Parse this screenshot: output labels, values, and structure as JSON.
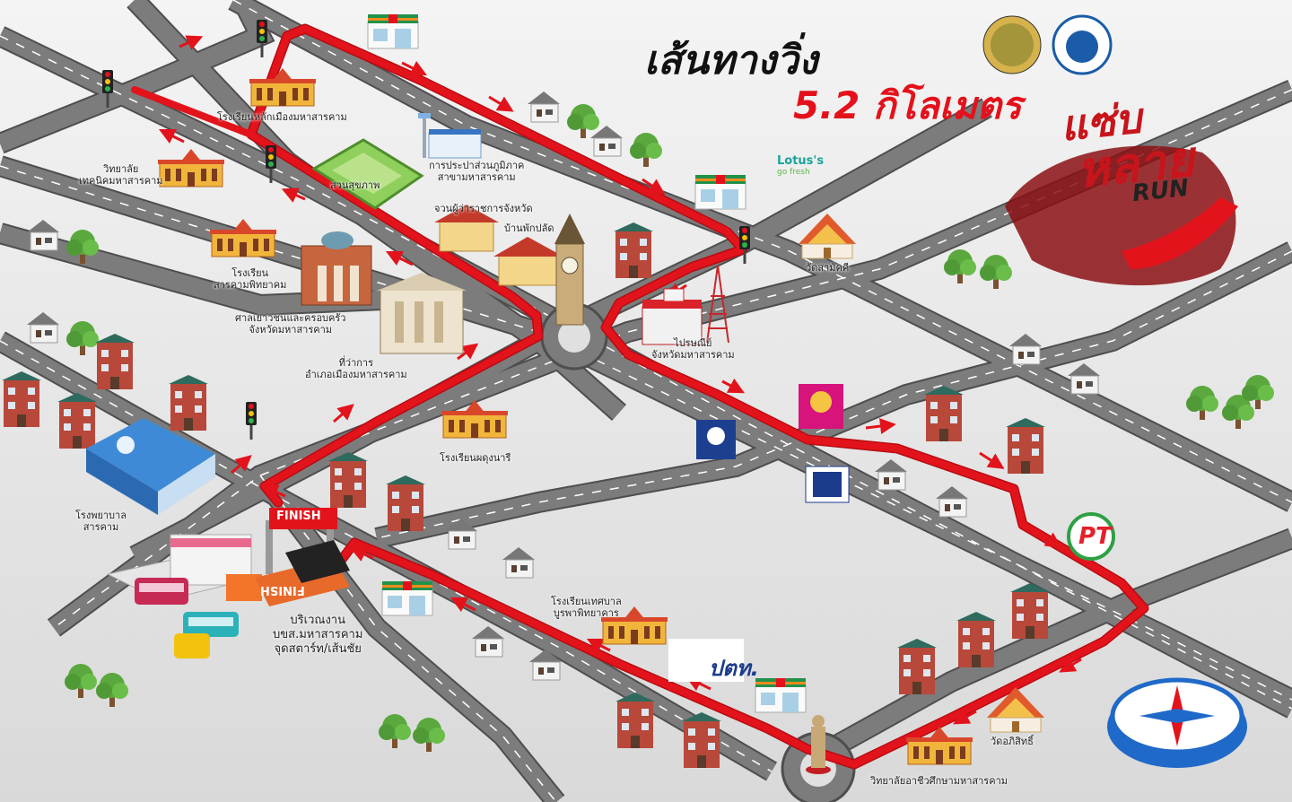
{
  "title": {
    "line1": "เส้นทางวิ่ง",
    "line2": "5.2 กิโลเมตร"
  },
  "event_logo": {
    "line1": "แซ่บ",
    "line2": "หลาย",
    "line3": "RUN"
  },
  "brand_logos": {
    "lotus": "Lotus's",
    "lotus_sub": "go fresh",
    "ptt": "ปตท.",
    "pt": "PT",
    "finish": "FINISH"
  },
  "places": {
    "school_lakmueang": "โรงเรียนหลักเมืองมหาสารคาม",
    "tech_college": [
      "วิทยาลัย",
      "เทคนิคมหาสารคาม"
    ],
    "park": "สวนสุขภาพ",
    "waterworks": [
      "การประปาส่วนภูมิภาค",
      "สาขามหาสารคาม"
    ],
    "governor": "จวนผู้ว่าราชการจังหวัด",
    "palat_house": "บ้านพักปลัด",
    "sarakham_pittayakom": [
      "โรงเรียน",
      "สารคามพิทยาคม"
    ],
    "youth_hall": [
      "ศาลเยาวชนและครอบครัว",
      "จังหวัดมหาสารคาม"
    ],
    "district_office": [
      "ที่ว่าการ",
      "อำเภอเมืองมหาสารคาม"
    ],
    "post_office": [
      "ไปรษณีย์",
      "จังหวัดมหาสารคาม"
    ],
    "wat_samakkhi": "วัดสามัคคี",
    "phadungnaree": "โรงเรียนผดุงนารี",
    "hospital": [
      "โรงพยาบาล",
      "สารคาม"
    ],
    "start_area": [
      "บริเวณงาน",
      "บขส.มหาสารคาม",
      "จุดสตาร์ท/เส้นชัย"
    ],
    "burapha_school": [
      "โรงเรียนเทศบาล",
      "บูรพาพิทยาคาร"
    ],
    "wat_aphisit": "วัดอภิสิทธิ์",
    "vocational_college": "วิทยาลัยอาชีวศึกษามหาสารคาม"
  },
  "colors": {
    "route": "#e3131b",
    "road": "#7a7a7a",
    "road_edge": "#4e4e4e",
    "background": "#ececec",
    "tree": "#5aa83e"
  },
  "icons": [
    "traffic-light-icon",
    "house-icon",
    "tree-icon",
    "seven-eleven-store-icon",
    "school-icon",
    "clock-tower-icon",
    "post-office-icon",
    "radio-tower-icon",
    "temple-icon",
    "compass-icon",
    "bank-icon",
    "bus-icon"
  ]
}
